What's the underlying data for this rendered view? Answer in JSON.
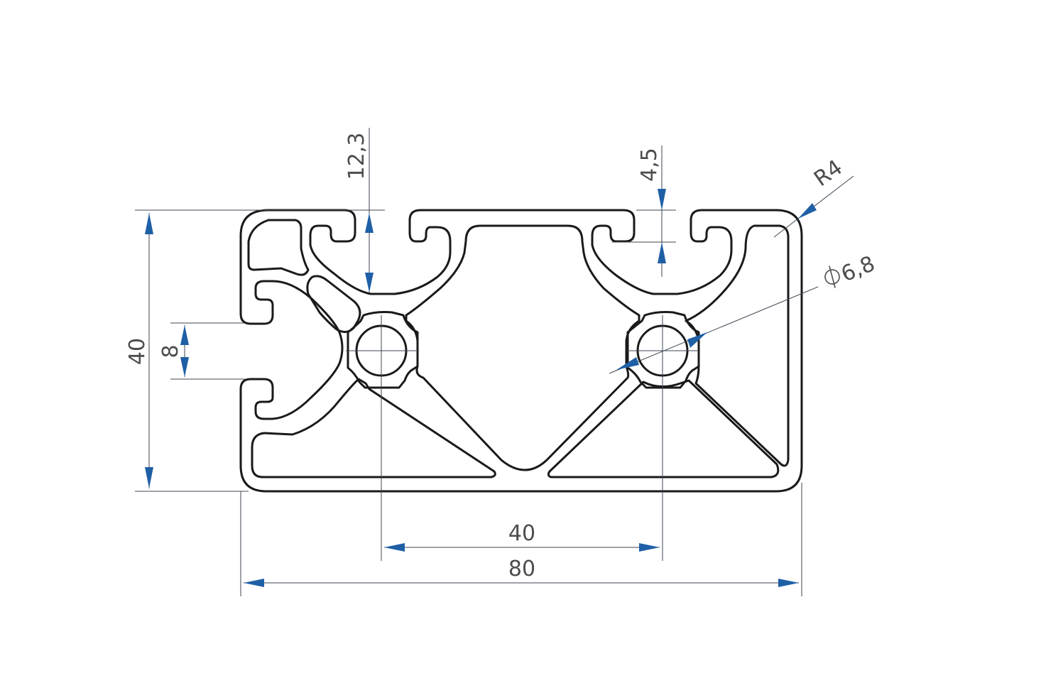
{
  "drawing": {
    "colors": {
      "outline": "#1a1a1a",
      "dimension_line": "#3c4650",
      "arrow": "#1f5fa6",
      "text": "#4d4d4d",
      "background": "#ffffff"
    },
    "dimensions": {
      "height": "40",
      "slot_width": "8",
      "slot_depth": "12,3",
      "lip_thickness": "4,5",
      "corner_radius": "R4",
      "core_bore": "6,8",
      "center_distance": "40",
      "total_width": "80"
    },
    "symbols": {
      "diameter": "diameter-symbol"
    }
  }
}
